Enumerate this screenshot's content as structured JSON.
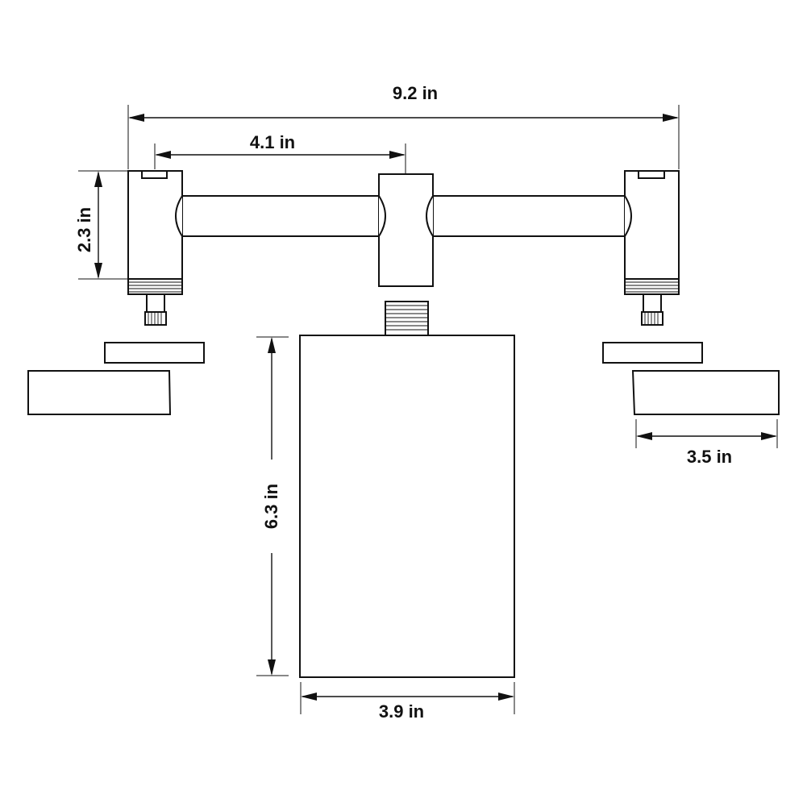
{
  "dimensions": {
    "overall_width": "9.2 in",
    "arm_length": "4.1 in",
    "fitting_height": "2.3 in",
    "shade_height": "6.3 in",
    "shade_width": "3.9 in",
    "small_shade_width": "3.5 in"
  },
  "colors": {
    "line": "#111111",
    "background": "#ffffff"
  }
}
